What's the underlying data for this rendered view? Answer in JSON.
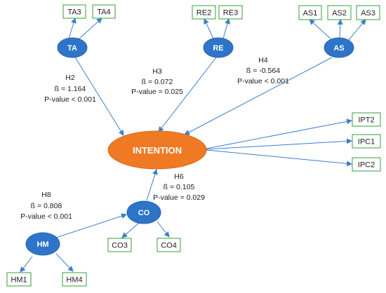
{
  "constructs": {
    "ta": "TA",
    "re": "RE",
    "as": "AS",
    "intention": "INTENTION",
    "co": "CO",
    "hm": "HM"
  },
  "indicators": {
    "ta3": "TA3",
    "ta4": "TA4",
    "re2": "RE2",
    "re3": "RE3",
    "as1": "AS1",
    "as2": "AS2",
    "as3": "AS3",
    "ipt2": "IPT2",
    "ipc1": "IPC1",
    "ipc2": "IPC2",
    "co3": "CO3",
    "co4": "CO4",
    "hm1": "HM1",
    "hm4": "HM4"
  },
  "hypotheses": {
    "h2": {
      "name": "H2",
      "beta": "ß = 1.164",
      "p": "P-value < 0.001"
    },
    "h3": {
      "name": "H3",
      "beta": "ß = 0.072",
      "p": "P-value = 0.025"
    },
    "h4": {
      "name": "H4",
      "beta": "ß = -0.564",
      "p": "P-value < 0.001"
    },
    "h6": {
      "name": "H6",
      "beta": "ß = 0.105",
      "p": "P-value = 0.029"
    },
    "h8": {
      "name": "H8",
      "beta": "ß = 0.808",
      "p": "P-value < 0.001"
    }
  },
  "colors": {
    "construct_fill": "#2e75c9",
    "intention_fill": "#f07a24",
    "indicator_border": "#33a033",
    "arrow": "#3a7fd0"
  }
}
